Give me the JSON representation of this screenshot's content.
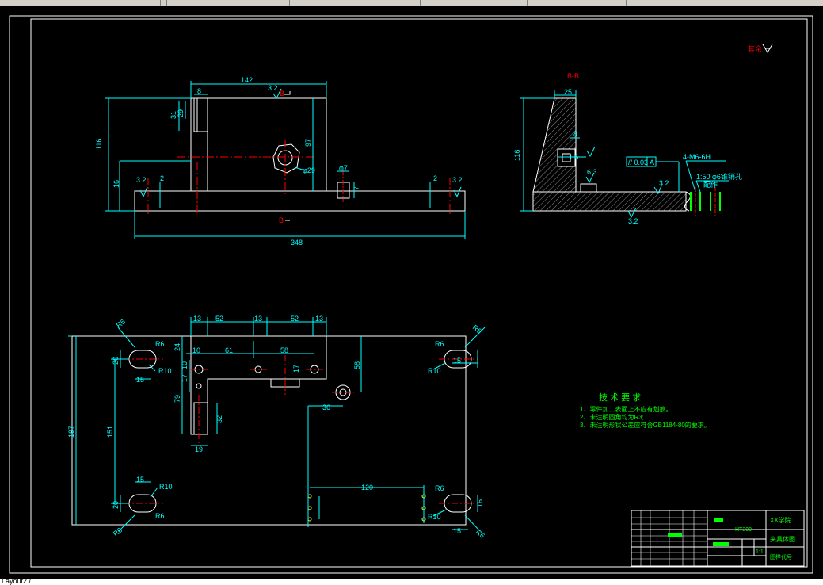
{
  "status": {
    "command_line": "Layout2 /"
  },
  "colors": {
    "background": "#000000",
    "outline": "#ffffff",
    "dimension": "#00ffff",
    "center": "#ff0000",
    "hatch": "#8a8a8a",
    "text_green": "#00ff00",
    "accent_yellow": "#ffff00"
  },
  "drawing": {
    "roughness_note": "其余",
    "section_label": "B-B",
    "b_label_top": "B",
    "b_label_bottom": "B"
  },
  "front_view": {
    "dims": {
      "width_top": "142",
      "roughness_top": "3.2",
      "height_total": "116",
      "d8": "8",
      "d31": "31",
      "d29": "29",
      "d97": "97",
      "phi29": "φ29",
      "phi7": "φ7",
      "d2_left": "2",
      "d2_right": "2",
      "d3_2_left": "3.2",
      "d3_2_right": "3.2",
      "d16": "16",
      "d7": "7",
      "width_base": "348"
    }
  },
  "section_view": {
    "dims": {
      "d25": "25",
      "d116": "116",
      "d8": "8",
      "d1_6": "1.6",
      "d6_3": "6.3",
      "tolerance": "// 0.03 A",
      "thread": "4-M6-6H",
      "roughness": "3.2",
      "roughness_bottom": "3.2",
      "taper": "1:50 φ6锥销孔",
      "pairing": "配作"
    }
  },
  "plan_view": {
    "dims": {
      "d13a": "13",
      "d52a": "52",
      "d13b": "13",
      "d52b": "52",
      "d13c": "13",
      "d10": "10",
      "d61": "61",
      "d58": "58",
      "d58v": "58",
      "d24": "24",
      "d17": "17",
      "d17b": "17",
      "d10v": "10",
      "d79": "79",
      "d32": "32",
      "d19": "19",
      "d36": "36",
      "d197": "197",
      "d151": "151",
      "d120": "120",
      "r6_tl": "R6",
      "r6_tl2": "R6",
      "r10_tl": "R10",
      "d15_tl": "15",
      "d20_tl": "20",
      "r6_tr": "R6",
      "r6_tr2": "R6",
      "r10_tr": "R10",
      "d15_tr": "15",
      "r10_bl": "R10",
      "d15_bl": "15",
      "d20_bl": "20",
      "r6_bl": "R6",
      "r6_bl2": "R6",
      "r6_br": "R6",
      "r10_br": "R10",
      "d15_br": "15",
      "r6_br2": "R6",
      "d16_br": "16"
    }
  },
  "notes": {
    "title": "技 术 要 求",
    "items": [
      "1、零件加工表面上不应有划痕。",
      "2、未注明圆角均为R3;",
      "3、未注明形状公差应符合GB1184-80的要求。"
    ]
  },
  "title_block": {
    "school": "XX学院",
    "part_name": "夹具体图",
    "drawing_no": "图样代号",
    "material": "HT200",
    "scale": "1:1"
  }
}
